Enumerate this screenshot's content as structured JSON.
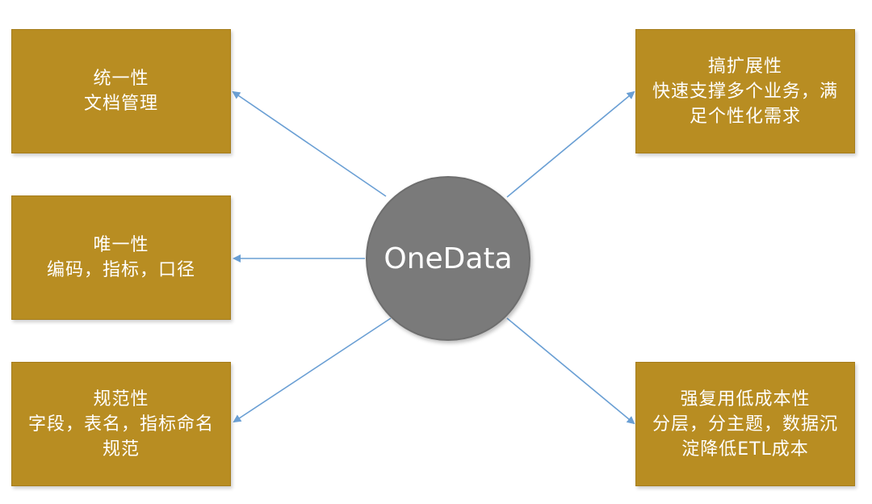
{
  "diagram": {
    "center": {
      "label": "OneData"
    },
    "boxes": [
      {
        "id": "b1",
        "lines": [
          "统一性",
          "文档管理"
        ]
      },
      {
        "id": "b2",
        "lines": [
          "唯一性",
          "编码，指标，口径"
        ]
      },
      {
        "id": "b3",
        "lines": [
          "规范性",
          "字段，表名，指标命名",
          "规范"
        ]
      },
      {
        "id": "b4",
        "lines": [
          "搞扩展性",
          "快速支撑多个业务，满",
          "足个性化需求"
        ]
      },
      {
        "id": "b5",
        "lines": [
          "强复用低成本性",
          "分层，分主题，数据沉",
          "淀降低ETL成本"
        ]
      }
    ]
  },
  "colors": {
    "box_fill": "#b88d22",
    "center_fill": "#7a7a7a",
    "arrow": "#6a9fd4",
    "text": "#ffffff"
  }
}
